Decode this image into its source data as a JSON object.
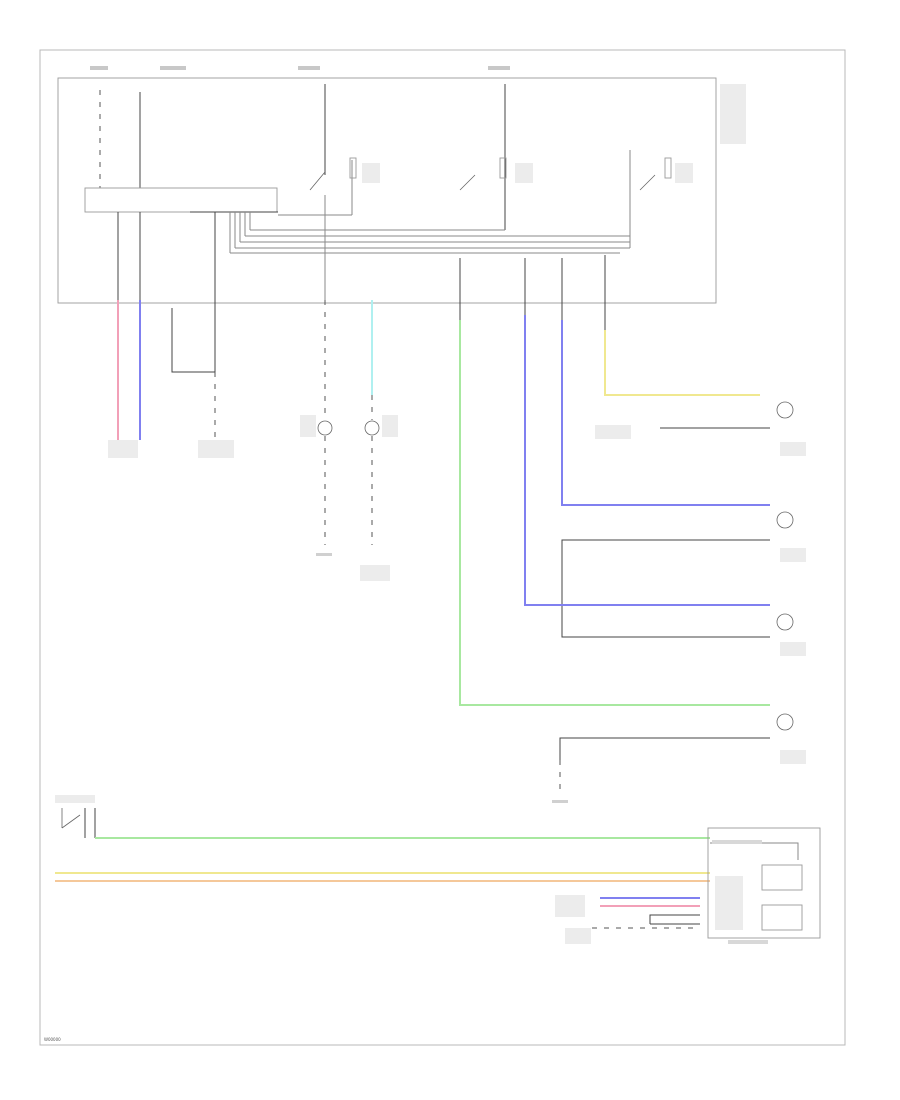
{
  "colors": {
    "pink": "#f2a0b8",
    "blue": "#8080f0",
    "green": "#a8e8a0",
    "yellow": "#f0e890",
    "cyan": "#b0f0f0",
    "orange": "#f5c89a",
    "line": "#444444"
  },
  "icons": [
    "ground-symbol",
    "bulb-symbol",
    "speaker-symbol",
    "switch-symbol"
  ],
  "footer": {
    "code": "W00000"
  }
}
